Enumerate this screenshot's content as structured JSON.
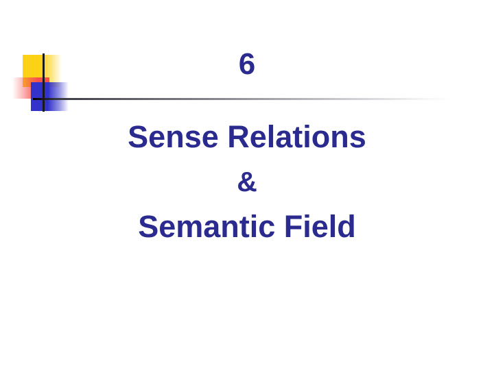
{
  "slide": {
    "background_color": "#ffffff",
    "number": "6",
    "title_lines": [
      {
        "text": "Sense Relations"
      },
      {
        "text": "&"
      },
      {
        "text": "Semantic Field"
      }
    ],
    "text_color": "#2b2b8f"
  },
  "decoration": {
    "name": "powerpoint-title-motif",
    "yellow_color": "#fcd116",
    "red_color": "#f6504e",
    "blue_color": "#3333cc",
    "vertical_rule_color": "#1a1a1a",
    "horizontal_rule_color": "#000000"
  }
}
